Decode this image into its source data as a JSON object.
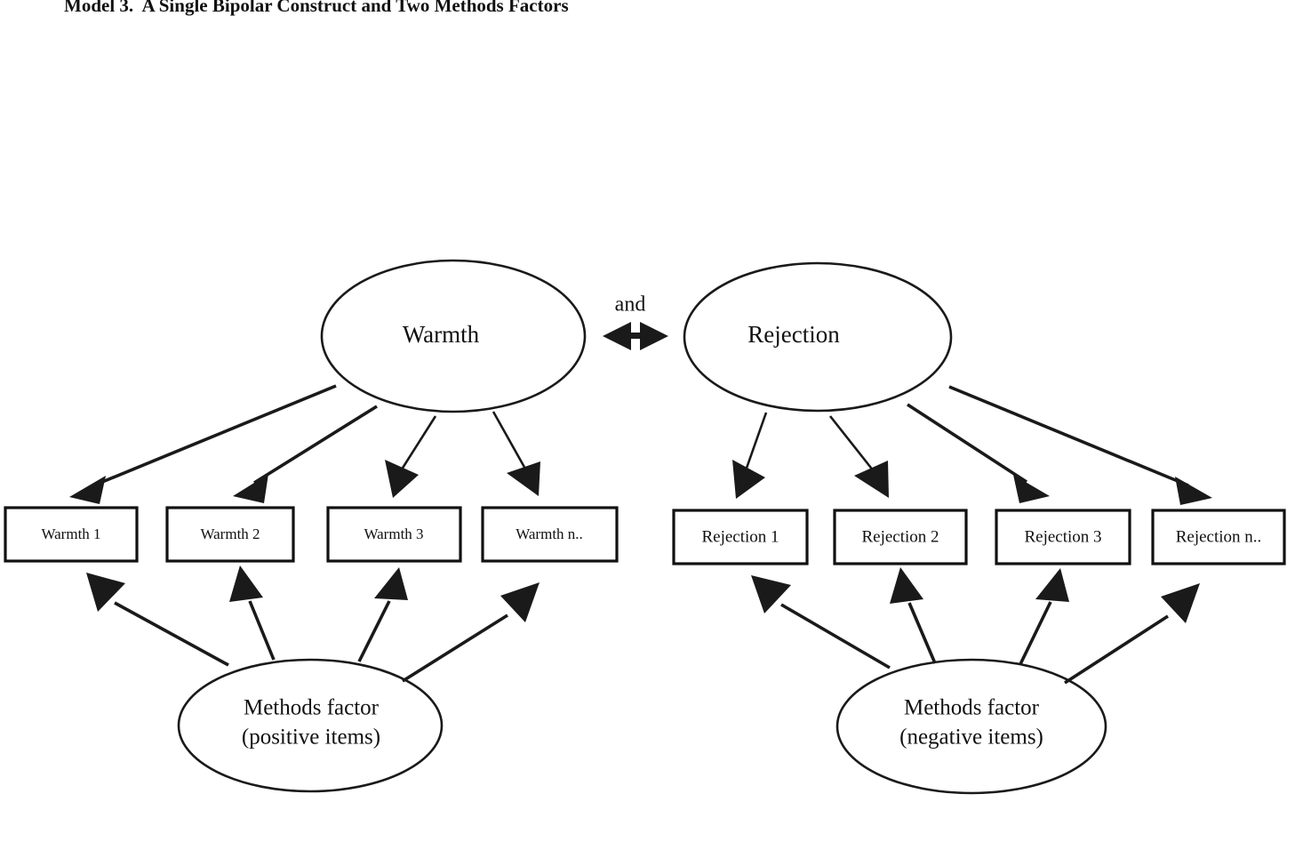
{
  "title": "Model 3.  A Single Bipolar Construct and Two Methods Factors",
  "colors": {
    "stroke": "#1a1a1a",
    "fill": "#ffffff",
    "text": "#111111"
  },
  "constructs": {
    "left": {
      "label": "Warmth"
    },
    "right": {
      "label": "Rejection"
    }
  },
  "relation": {
    "label": "and",
    "type": "double-headed-arrow"
  },
  "indicators": {
    "left": [
      {
        "label": "Warmth 1"
      },
      {
        "label": "Warmth 2"
      },
      {
        "label": "Warmth 3"
      },
      {
        "label": "Warmth n.."
      }
    ],
    "right": [
      {
        "label": "Rejection 1"
      },
      {
        "label": "Rejection 2"
      },
      {
        "label": "Rejection 3"
      },
      {
        "label": "Rejection n.."
      }
    ]
  },
  "methods_factors": {
    "left": {
      "line1": "Methods factor",
      "line2": "(positive items)"
    },
    "right": {
      "line1": "Methods factor",
      "line2": "(negative items)"
    }
  }
}
